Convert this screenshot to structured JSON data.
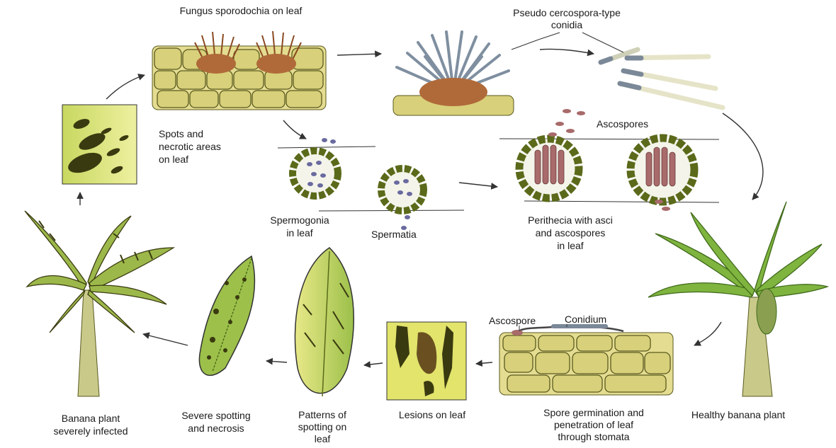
{
  "labels": {
    "sporodochia": "Fungus sporodochia on leaf",
    "conidia": "Pseudo cercospora-type\nconidia",
    "spots": "Spots and\nnecrotic areas\non leaf",
    "ascospores": "Ascospores",
    "spermogonia": "Spermogonia\nin leaf",
    "spermatia": "Spermatia",
    "perithecia": "Perithecia with asci\nand ascospores\nin leaf",
    "ascospore": "Ascospore",
    "conidium": "Conidium",
    "infected": "Banana plant\nseverely infected",
    "severe": "Severe spotting\nand necrosis",
    "patterns": "Patterns of\nspotting on\nleaf",
    "lesions": "Lesions on leaf",
    "germination": "Spore germination and\npenetration of leaf\nthrough stomata",
    "healthy": "Healthy banana plant"
  },
  "colors": {
    "cell_fill": "#d8d07a",
    "cell_stroke": "#5a5a20",
    "fungus": "#b06a3a",
    "leaf_green": "#7fb43f",
    "leaf_yellow": "#e6e68a",
    "trunk": "#c9c98a",
    "arrow": "#333333",
    "lesion": "#3a3a10"
  }
}
